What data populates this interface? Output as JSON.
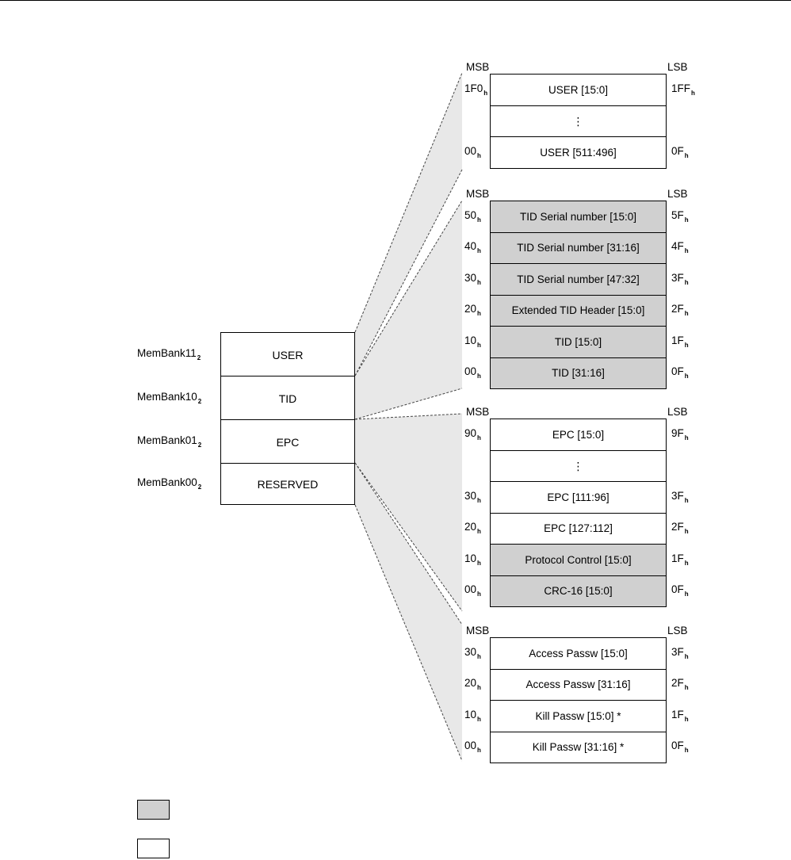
{
  "diagram": {
    "msb_label": "MSB",
    "lsb_label": "LSB",
    "colors": {
      "shaded_cell": "#d0d0d0",
      "plain_cell": "#ffffff",
      "fan_fill": "#e8e8e8"
    },
    "memory_banks": [
      {
        "label": "MemBank11",
        "subscript": "2",
        "name": "USER"
      },
      {
        "label": "MemBank10",
        "subscript": "2",
        "name": "TID"
      },
      {
        "label": "MemBank01",
        "subscript": "2",
        "name": "EPC"
      },
      {
        "label": "MemBank00",
        "subscript": "2",
        "name": "RESERVED"
      }
    ],
    "user_bank": {
      "rows": [
        {
          "left": "1F0",
          "content": "USER [15:0]",
          "right": "1FF",
          "shaded": false
        },
        {
          "left": "",
          "content": "⋮",
          "right": "",
          "shaded": false,
          "ellipsis": true
        },
        {
          "left": "00",
          "content": "USER [511:496]",
          "right": "0F",
          "shaded": false
        }
      ]
    },
    "tid_bank": {
      "rows": [
        {
          "left": "50",
          "content": "TID Serial number [15:0]",
          "right": "5F",
          "shaded": true
        },
        {
          "left": "40",
          "content": "TID Serial number [31:16]",
          "right": "4F",
          "shaded": true
        },
        {
          "left": "30",
          "content": "TID Serial number [47:32]",
          "right": "3F",
          "shaded": true
        },
        {
          "left": "20",
          "content": "Extended TID Header [15:0]",
          "right": "2F",
          "shaded": true
        },
        {
          "left": "10",
          "content": "TID [15:0]",
          "right": "1F",
          "shaded": true
        },
        {
          "left": "00",
          "content": "TID [31:16]",
          "right": "0F",
          "shaded": true
        }
      ]
    },
    "epc_bank": {
      "rows": [
        {
          "left": "90",
          "content": "EPC [15:0]",
          "right": "9F",
          "shaded": false
        },
        {
          "left": "",
          "content": "⋮",
          "right": "",
          "shaded": false,
          "ellipsis": true
        },
        {
          "left": "30",
          "content": "EPC [111:96]",
          "right": "3F",
          "shaded": false
        },
        {
          "left": "20",
          "content": "EPC [127:112]",
          "right": "2F",
          "shaded": false
        },
        {
          "left": "10",
          "content": "Protocol Control [15:0]",
          "right": "1F",
          "shaded": true
        },
        {
          "left": "00",
          "content": "CRC-16 [15:0]",
          "right": "0F",
          "shaded": true
        }
      ]
    },
    "reserved_bank": {
      "rows": [
        {
          "left": "30",
          "content": "Access Passw [15:0]",
          "right": "3F",
          "shaded": false
        },
        {
          "left": "20",
          "content": "Access Passw [31:16]",
          "right": "2F",
          "shaded": false
        },
        {
          "left": "10",
          "content": "Kill Passw [15:0] *",
          "right": "1F",
          "shaded": false
        },
        {
          "left": "00",
          "content": "Kill Passw [31:16] *",
          "right": "0F",
          "shaded": false
        }
      ]
    },
    "hex_subscript": "h",
    "legend": [
      {
        "shaded": true
      },
      {
        "shaded": false
      }
    ]
  }
}
